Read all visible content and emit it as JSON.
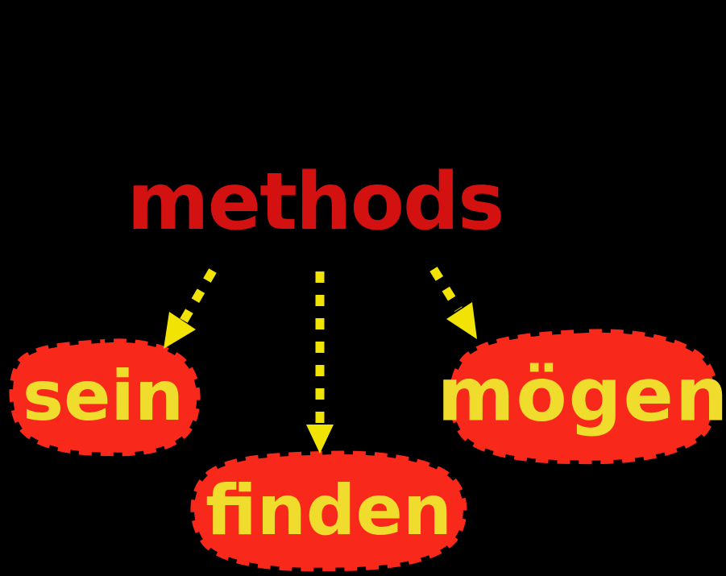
{
  "diagram": {
    "title": "methods",
    "nodes": [
      {
        "id": "sein",
        "label": "sein"
      },
      {
        "id": "finden",
        "label": "finden"
      },
      {
        "id": "moegen",
        "label": "mögen"
      }
    ],
    "arrows": [
      {
        "from": "methods",
        "to": "sein",
        "style": "dashed"
      },
      {
        "from": "methods",
        "to": "finden",
        "style": "dashed"
      },
      {
        "from": "methods",
        "to": "moegen",
        "style": "dashed"
      }
    ],
    "colors": {
      "background": "#000000",
      "title_red": "#d31111",
      "node_fill": "#f8291a",
      "node_text_yellow": "#efdc2c",
      "arrow_yellow": "#f1e405"
    }
  }
}
